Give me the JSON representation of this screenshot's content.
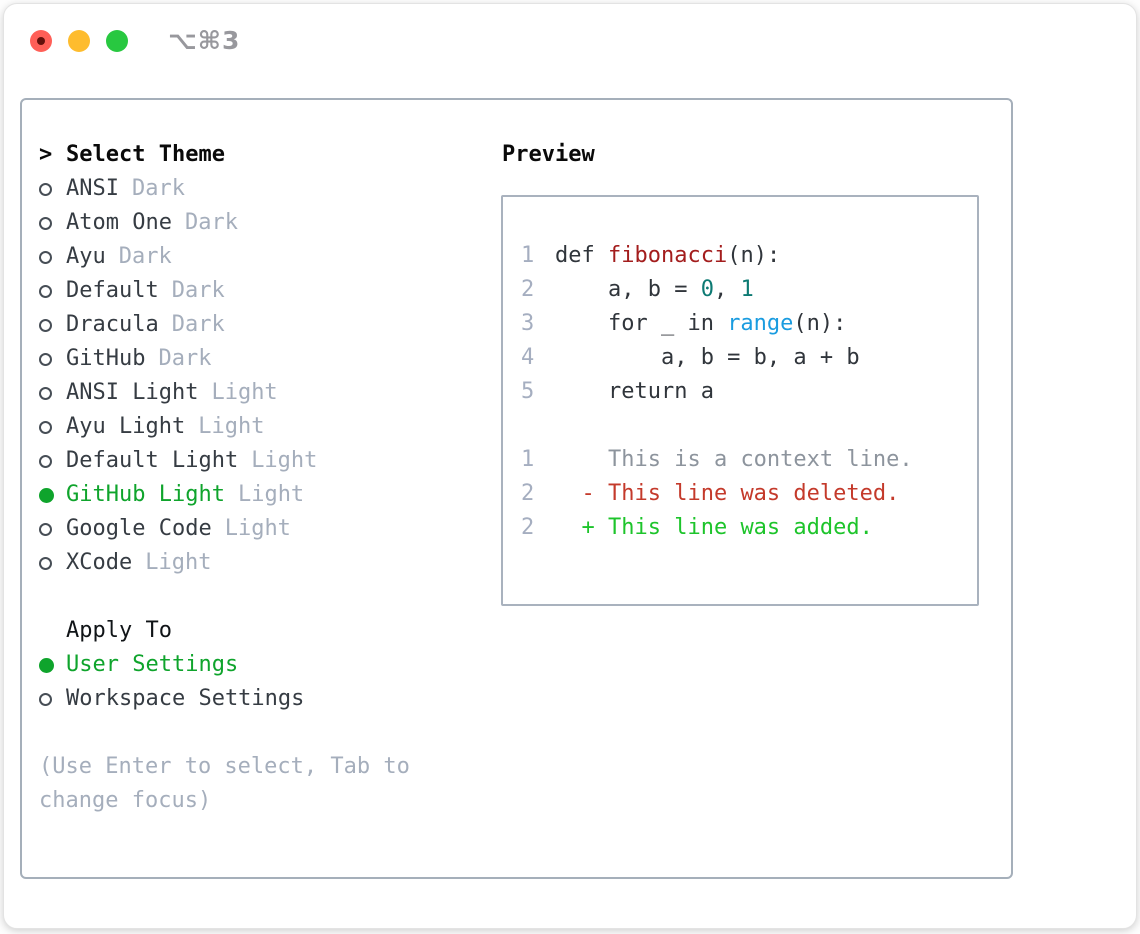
{
  "window": {
    "title": "⌥⌘3"
  },
  "titlebar": {
    "buttons": [
      {
        "name": "close-button"
      },
      {
        "name": "minimize-button"
      },
      {
        "name": "zoom-button"
      }
    ]
  },
  "theme_picker": {
    "prompt": ">",
    "title": "Select Theme",
    "items": [
      {
        "name": "ANSI",
        "variant": "Dark",
        "selected": false
      },
      {
        "name": "Atom One",
        "variant": "Dark",
        "selected": false
      },
      {
        "name": "Ayu",
        "variant": "Dark",
        "selected": false
      },
      {
        "name": "Default",
        "variant": "Dark",
        "selected": false
      },
      {
        "name": "Dracula",
        "variant": "Dark",
        "selected": false
      },
      {
        "name": "GitHub",
        "variant": "Dark",
        "selected": false
      },
      {
        "name": "ANSI Light",
        "variant": "Light",
        "selected": false
      },
      {
        "name": "Ayu Light",
        "variant": "Light",
        "selected": false
      },
      {
        "name": "Default Light",
        "variant": "Light",
        "selected": false
      },
      {
        "name": "GitHub Light",
        "variant": "Light",
        "selected": true
      },
      {
        "name": "Google Code",
        "variant": "Light",
        "selected": false
      },
      {
        "name": "XCode",
        "variant": "Light",
        "selected": false
      }
    ]
  },
  "apply_to": {
    "title": "Apply To",
    "options": [
      {
        "label": "User Settings",
        "selected": true
      },
      {
        "label": "Workspace Settings",
        "selected": false
      }
    ]
  },
  "help_text": "(Use Enter to select, Tab to change focus)",
  "preview": {
    "title": "Preview",
    "code_lines": [
      {
        "num": "1",
        "segments": [
          {
            "t": "def ",
            "s": "plain"
          },
          {
            "t": "fibonacci",
            "s": "function"
          },
          {
            "t": "(n):",
            "s": "plain"
          }
        ]
      },
      {
        "num": "2",
        "segments": [
          {
            "t": "    a, b = ",
            "s": "plain"
          },
          {
            "t": "0",
            "s": "number"
          },
          {
            "t": ", ",
            "s": "plain"
          },
          {
            "t": "1",
            "s": "number"
          }
        ]
      },
      {
        "num": "3",
        "segments": [
          {
            "t": "    for _ in ",
            "s": "plain"
          },
          {
            "t": "range",
            "s": "builtin"
          },
          {
            "t": "(n):",
            "s": "plain"
          }
        ]
      },
      {
        "num": "4",
        "segments": [
          {
            "t": "        a, b = b, a + b",
            "s": "plain"
          }
        ]
      },
      {
        "num": "5",
        "segments": [
          {
            "t": "    return a",
            "s": "plain"
          }
        ]
      }
    ],
    "diff_lines": [
      {
        "num": "1",
        "marker": "",
        "text": "This is a context line.",
        "kind": "context"
      },
      {
        "num": "2",
        "marker": "-",
        "text": "This line was deleted.",
        "kind": "deleted"
      },
      {
        "num": "2",
        "marker": "+",
        "text": "This line was added.",
        "kind": "added"
      }
    ]
  },
  "colors": {
    "accent_green": "#0fa42c",
    "added_green": "#1dc42b",
    "deleted_red": "#c43a2b",
    "function_red": "#a31d1d",
    "builtin_blue": "#1a9ce0",
    "number_teal": "#0d7a73",
    "text_dark": "#30353b",
    "name_dark": "#363c43",
    "muted_gray": "#a5aebc",
    "context_gray": "#8d949d",
    "line_number_gray": "#a5aec0",
    "border_gray": "#a5afba",
    "box_border": "#a9b2be",
    "title_gray": "#98989d",
    "traffic_red": "#ff5f57",
    "traffic_yellow": "#febc2e",
    "traffic_green": "#28c840"
  }
}
